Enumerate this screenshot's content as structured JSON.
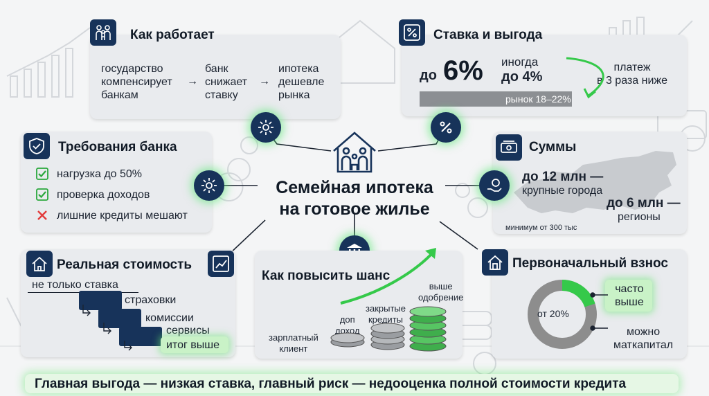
{
  "center": {
    "title_line1": "Семейная ипотека",
    "title_line2": "на готовое жилье"
  },
  "how_it_works": {
    "title": "Как работает",
    "step1": [
      "государство",
      "компенсирует",
      "банкам"
    ],
    "step2": [
      "банк",
      "снижает",
      "ставку"
    ],
    "step3": [
      "ипотека",
      "дешевле",
      "рынка"
    ]
  },
  "rate": {
    "title": "Ставка и выгода",
    "prefix": "до",
    "main": "6%",
    "sometimes": "иногда",
    "alt": "до 4%",
    "payment_line1": "платеж",
    "payment_line2": "в 3 раза ниже",
    "market": "рынок 18–22%"
  },
  "requirements": {
    "title": "Требования банка",
    "items": [
      "нагрузка до 50%",
      "проверка доходов",
      "лишние кредиты мешают"
    ]
  },
  "sums": {
    "title": "Суммы",
    "big_value": "до 12 млн —",
    "big_label": "крупные города",
    "small_value": "до 6 млн —",
    "small_label": "регионы",
    "minimum": "минимум от 300 тыс"
  },
  "real_cost": {
    "title": "Реальная стоимость",
    "intro": "не только ставка",
    "items": [
      "страховки",
      "комиссии",
      "сервисы"
    ],
    "result": "итог выше"
  },
  "chance": {
    "title": "Как повысить шанс",
    "items": [
      "зарплатный клиент",
      "доп доход",
      "закрытые кредиты",
      "выше одобрение"
    ],
    "labels": {
      "salary": [
        "зарплатный",
        "клиент"
      ],
      "extra": [
        "доп",
        "доход"
      ],
      "closed": [
        "закрытые",
        "кредиты"
      ],
      "approval": [
        "выше",
        "одобрение"
      ]
    }
  },
  "down_payment": {
    "title": "Первоначальный взнос",
    "center": "от 20%",
    "share_percent": 20,
    "often_line1": "часто",
    "often_line2": "выше",
    "matkap_line1": "можно",
    "matkap_line2": "маткапитал"
  },
  "footer": {
    "text": "Главная выгода — низкая ставка, главный риск — недооценка полной стоимости кредита"
  },
  "colors": {
    "navy": "#17335a",
    "green": "#35c94a",
    "card": "#e9ebee",
    "ring": "#8d8d8d"
  }
}
